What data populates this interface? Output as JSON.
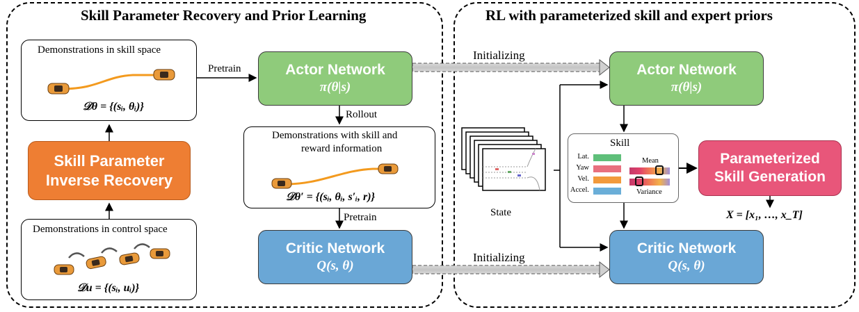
{
  "left_panel": {
    "title": "Skill Parameter Recovery and Prior Learning",
    "demo_skill": {
      "caption": "Demonstrations in skill space",
      "formula": "𝒟θ = {(sᵢ, θᵢ)}"
    },
    "inverse_recovery": {
      "line1": "Skill Parameter",
      "line2": "Inverse Recovery"
    },
    "demo_control": {
      "caption": "Demonstrations in control space",
      "formula": "𝒟u = {(sᵢ, uᵢ)}"
    },
    "pretrain_top": "Pretrain",
    "actor": {
      "title": "Actor Network",
      "formula": "π(θ|s)"
    },
    "rollout": "Rollout",
    "demo_reward": {
      "line1": "Demonstrations with skill and",
      "line2": "reward information",
      "formula": "𝒟θ′ = {(sᵢ, θᵢ, s′ᵢ, r)}"
    },
    "pretrain_bottom": "Pretrain",
    "critic": {
      "title": "Critic Network",
      "formula": "Q(s, θ)"
    }
  },
  "right_panel": {
    "title": "RL with parameterized skill and expert priors",
    "init_top": "Initializing",
    "init_bottom": "Initializing",
    "actor": {
      "title": "Actor Network",
      "formula": "π(θ|s)"
    },
    "state_label": "State",
    "skill": {
      "title": "Skill",
      "rows": [
        "Lat.",
        "Yaw",
        "Vel.",
        "Accel."
      ],
      "mean_label": "Mean",
      "variance_label": "Variance"
    },
    "generation": {
      "line1": "Parameterized",
      "line2": "Skill Generation"
    },
    "output_formula": "X = [x₁, …, x_T]",
    "critic": {
      "title": "Critic Network",
      "formula": "Q(s, θ)"
    }
  },
  "colors": {
    "actor_green": "#8fcb7b",
    "critic_blue": "#6aa7d6",
    "recovery_orange": "#ee7e33",
    "generation_pink": "#e8567a",
    "trajectory_orange": "#f39a1e",
    "skill_lat": "#5fbf7a",
    "skill_yaw": "#e8707e",
    "skill_vel": "#f29a3c",
    "skill_accel": "#6aaed8"
  }
}
